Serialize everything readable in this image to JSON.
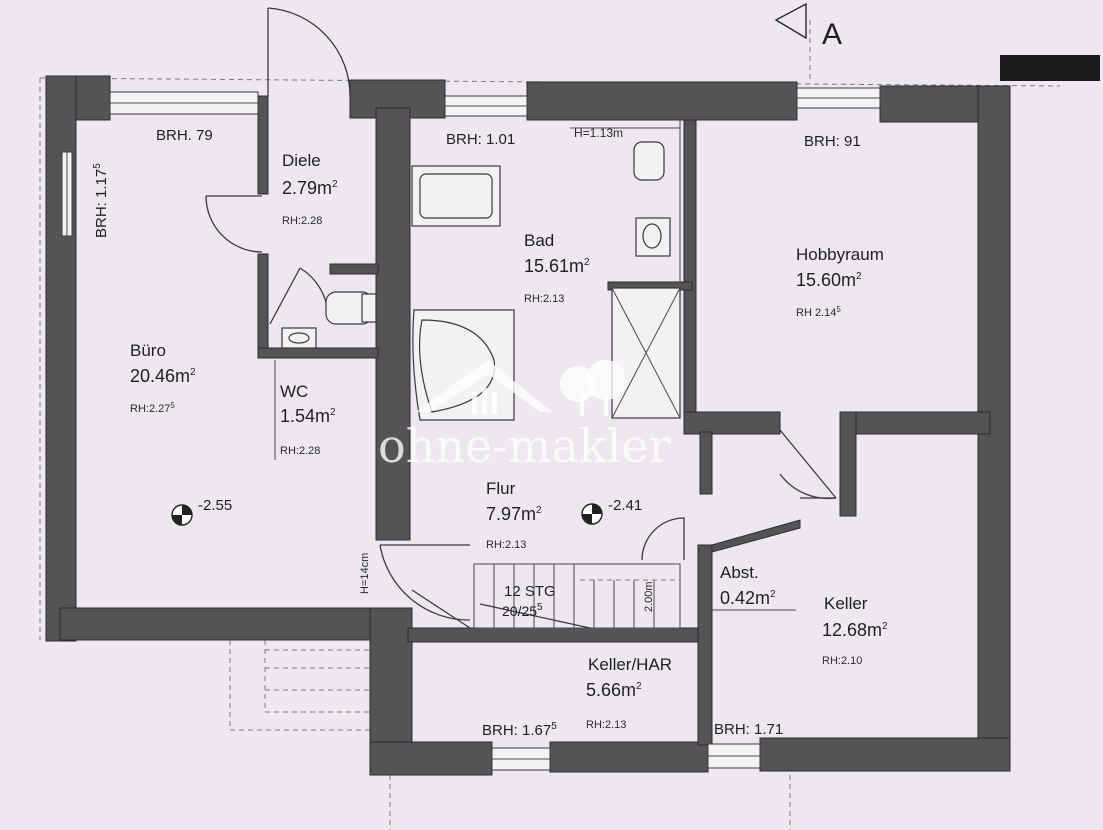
{
  "section_marker": "A",
  "watermark": "ohne-makler",
  "rooms": {
    "buero": {
      "name": "Büro",
      "area": "20.46m",
      "area_sup": "2",
      "rh": "RH:2.27",
      "rh_sup": "5"
    },
    "diele": {
      "name": "Diele",
      "area": "2.79m",
      "area_sup": "2",
      "rh": "RH:2.28"
    },
    "wc": {
      "name": "WC",
      "area": "1.54m",
      "area_sup": "2",
      "rh": "RH:2.28"
    },
    "bad": {
      "name": "Bad",
      "area": "15.61m",
      "area_sup": "2",
      "rh": "RH:2.13"
    },
    "hobby": {
      "name": "Hobbyraum",
      "area": "15.60m",
      "area_sup": "2",
      "rh": "RH 2.14",
      "rh_sup": "5"
    },
    "flur": {
      "name": "Flur",
      "area": "7.97m",
      "area_sup": "2",
      "rh": "RH:2.13"
    },
    "abst": {
      "name": "Abst.",
      "area": "0.42m",
      "area_sup": "2"
    },
    "keller": {
      "name": "Keller",
      "area": "12.68m",
      "area_sup": "2",
      "rh": "RH:2.10"
    },
    "kellerhar": {
      "name": "Keller/HAR",
      "area": "5.66m",
      "area_sup": "2",
      "rh": "RH:2.13"
    }
  },
  "brh": {
    "buero_top": "BRH. 79",
    "buero_side": "BRH: 1.17",
    "buero_side_sup": "5",
    "bad": "BRH: 1.01",
    "bad_h": "H=1.13m",
    "hobby": "BRH: 91",
    "kellerhar": "BRH: 1.67",
    "kellerhar_sup": "5",
    "keller": "BRH: 1.71"
  },
  "levels": {
    "buero": "-2.55",
    "flur": "-2.41"
  },
  "stairs": {
    "steps": "12 STG",
    "ratio": "20/25",
    "ratio_sup": "5",
    "height": "2.00m"
  },
  "door_note": "H=14cm",
  "colors": {
    "wall": "#545356",
    "paper": "#ece8ee",
    "ink": "#1f1f22"
  }
}
